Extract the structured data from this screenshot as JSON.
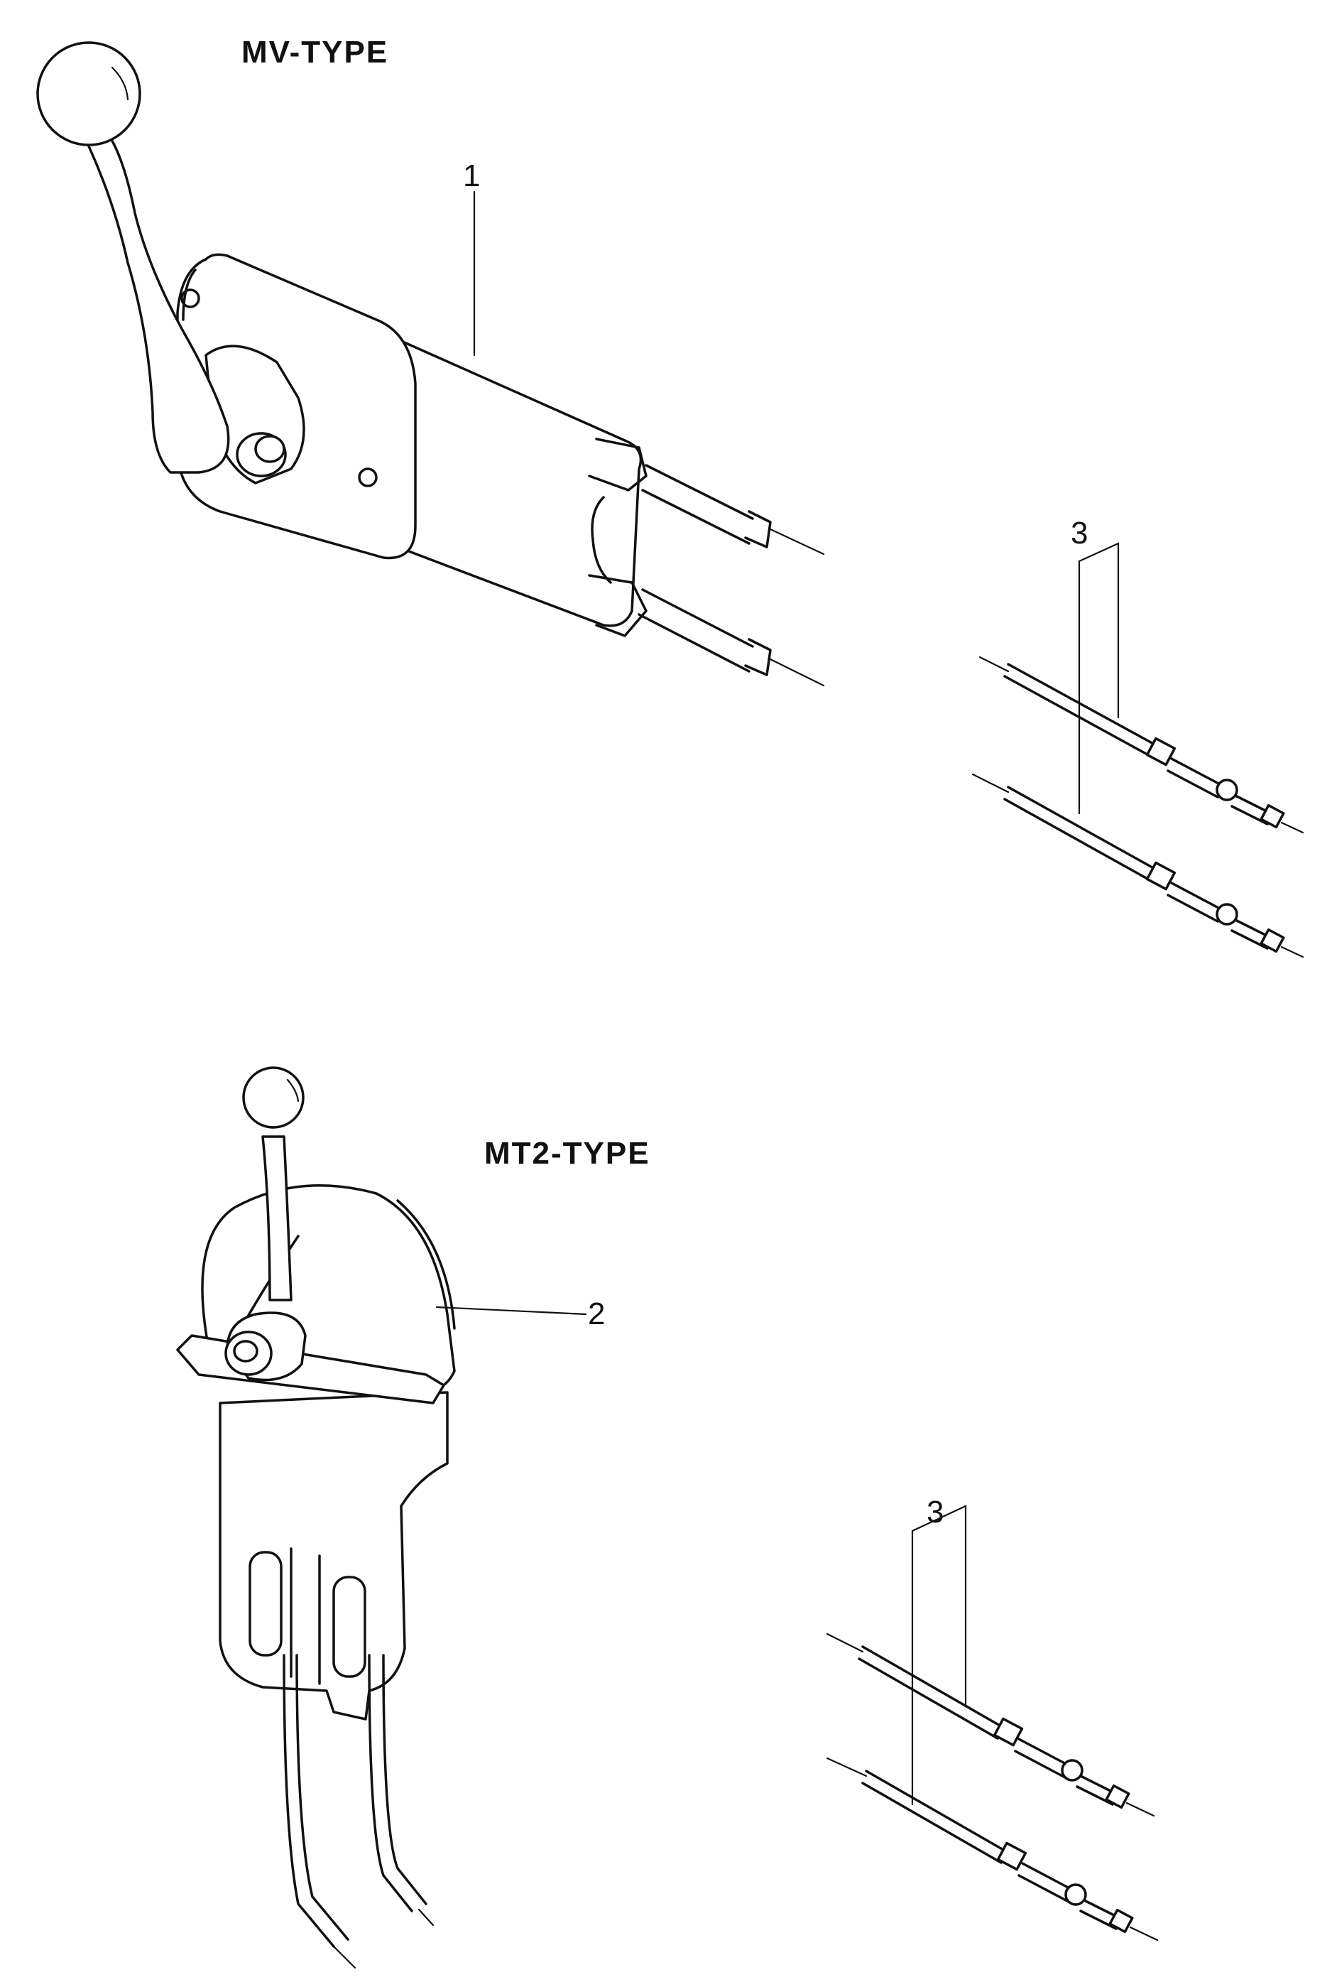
{
  "titles": {
    "mv_type": "MV-TYPE",
    "mt2_type": "MT2-TYPE"
  },
  "callouts": {
    "part_1": "1",
    "part_2": "2",
    "part_3_upper": "3",
    "part_3_lower": "3"
  }
}
